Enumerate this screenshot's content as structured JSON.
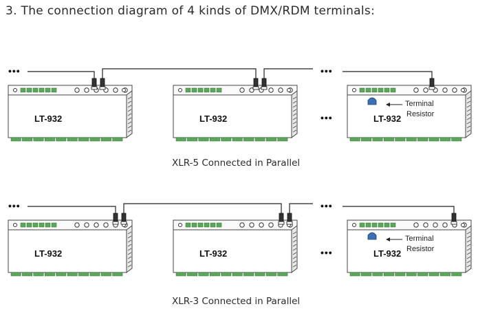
{
  "heading": "3. The connection diagram of 4 kinds  of  DMX/RDM terminals:",
  "device_label": "LT-932",
  "terminal_label_line1": "Terminal",
  "terminal_label_line2": "Resistor",
  "ellipsis": "•••",
  "captions": {
    "top": "XLR-5 Connected in Parallel",
    "bottom": "XLR-3 Connected in Parallel"
  },
  "colors": {
    "line": "#222222",
    "device_fill": "#ffffff",
    "device_stroke": "#444444",
    "terminal_green": "#5ba85b",
    "terminal_blue": "#3a6fb5"
  }
}
